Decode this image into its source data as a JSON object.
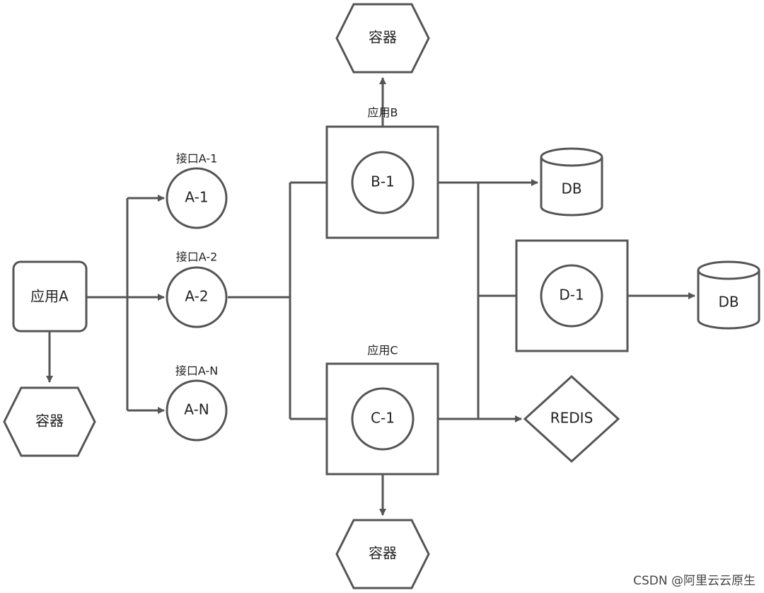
{
  "app_a": {
    "label": "应用A"
  },
  "container_left": {
    "label": "容器"
  },
  "container_top": {
    "label": "容器"
  },
  "container_bottom": {
    "label": "容器"
  },
  "interfaces": [
    {
      "caption": "接口A-1",
      "label": "A-1"
    },
    {
      "caption": "接口A-2",
      "label": "A-2"
    },
    {
      "caption": "接口A-N",
      "label": "A-N"
    }
  ],
  "app_b": {
    "caption": "应用B",
    "node": "B-1"
  },
  "app_c": {
    "caption": "应用C",
    "node": "C-1"
  },
  "app_d": {
    "node": "D-1"
  },
  "db_1": {
    "label": "DB"
  },
  "db_2": {
    "label": "DB"
  },
  "redis": {
    "label": "REDIS"
  },
  "watermark": "CSDN @阿里云云原生",
  "colors": {
    "stroke": "#555555",
    "background": "#ffffff",
    "text": "#222222"
  }
}
